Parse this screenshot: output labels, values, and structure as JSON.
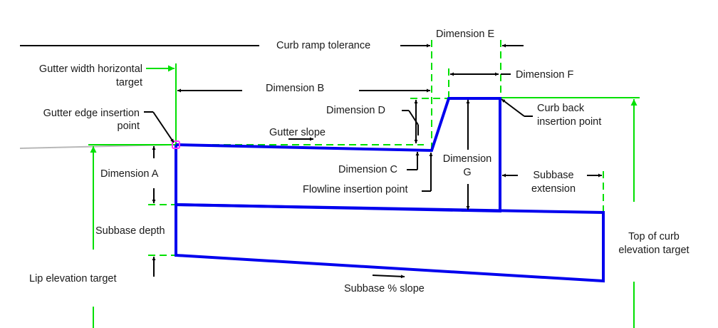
{
  "diagram": {
    "title": "Curb and gutter subassembly parameters",
    "colors": {
      "geometry": "#0000ee",
      "target": "#00e000",
      "dimension": "#000000",
      "insertion_marker": "#ff33ff",
      "existing_surface": "#b8b8b8"
    },
    "labels": {
      "curb_ramp_tolerance": "Curb ramp tolerance",
      "dimension_e": "Dimension E",
      "dimension_f": "Dimension F",
      "gutter_width_target_1": "Gutter width horizontal",
      "gutter_width_target_2": "target",
      "dimension_b": "Dimension B",
      "dimension_d": "Dimension D",
      "gutter_edge_1": "Gutter edge insertion",
      "gutter_edge_2": "point",
      "gutter_slope": "Gutter slope",
      "curb_back_1": "Curb back",
      "curb_back_2": "insertion point",
      "dimension_g_1": "Dimension",
      "dimension_g_2": "G",
      "dimension_a": "Dimension A",
      "dimension_c": "Dimension C",
      "flowline": "Flowline insertion point",
      "subbase_ext_1": "Subbase",
      "subbase_ext_2": "extension",
      "subbase_depth": "Subbase depth",
      "top_of_curb_1": "Top of curb",
      "top_of_curb_2": "elevation target",
      "lip_elevation": "Lip elevation target",
      "subbase_slope": "Subbase % slope"
    }
  }
}
